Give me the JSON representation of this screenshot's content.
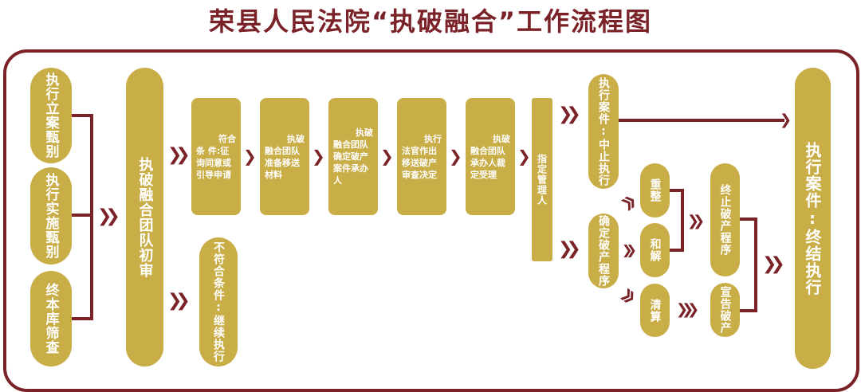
{
  "title": "荣县人民法院“执破融合”工作流程图",
  "colors": {
    "gold": "#c9ad47",
    "maroon": "#7a2228"
  },
  "sources": [
    "执行立案甄别",
    "执行实施甄别",
    "终本库筛查"
  ],
  "initial_review": "执破融合团队初审",
  "not_qualified": "不符合条件:继续执行",
  "steps": [
    {
      "first": "符合",
      "rest": [
        "条 件:征",
        "询同意或",
        "引导申请"
      ]
    },
    {
      "first": "执破",
      "rest": [
        "融合团队",
        "准备移送",
        "材料"
      ]
    },
    {
      "first": "执破",
      "rest": [
        "融合团队",
        "确定破产",
        "案件承办",
        "人"
      ]
    },
    {
      "first": "执行",
      "rest": [
        "法官作出",
        "移送破产",
        "审查决定"
      ]
    },
    {
      "first": "执破",
      "rest": [
        "融合团队",
        "承办人裁",
        "定受理"
      ]
    }
  ],
  "appoint_admin": "指定管理人",
  "suspend": "执行案件:中止执行",
  "confirm": "确定破产程序",
  "restructure": "重整",
  "settlement": "和解",
  "liquidation": "清算",
  "terminate": "终止破产程序",
  "declare": "宣告破产",
  "final": "执行案件:终结执行",
  "chevron": "❯❯"
}
